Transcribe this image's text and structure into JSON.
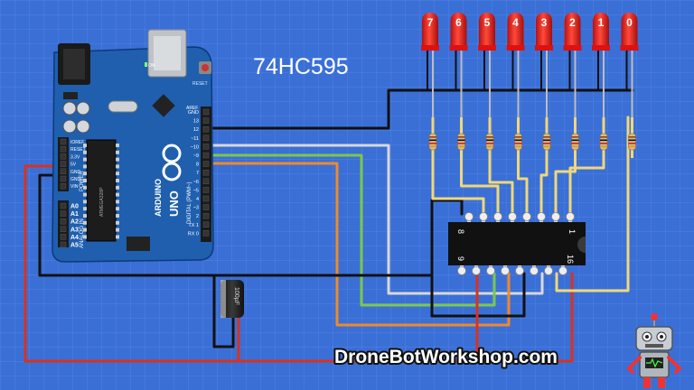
{
  "title": "74HC595",
  "watermark": "DroneBotWorkshop.com",
  "leds": [
    "7",
    "6",
    "5",
    "4",
    "3",
    "2",
    "1",
    "0"
  ],
  "chip": {
    "pin_8": "8",
    "pin_9": "9",
    "pin_1": "1",
    "pin_16": "16"
  },
  "arduino": {
    "brand": "ARDUINO",
    "model": "UNO",
    "digital_label": "DIGITAL (PWM~)",
    "aref": "AREF",
    "digital_pins": [
      "GND",
      "13",
      "12",
      "~11",
      "~10",
      "~9",
      "8",
      "7",
      "~6",
      "~5",
      "4",
      "~3",
      "2",
      "TX 1",
      "RX 0"
    ],
    "power_pins": [
      "IOREF",
      "RESET",
      "3.3V",
      "5V",
      "GND",
      "GND",
      "VIN"
    ],
    "power_label": "POWER",
    "analog_pins": [
      "A0",
      "A1",
      "A2",
      "A3",
      "A4",
      "A5"
    ],
    "analog_label": "ANALOG IN",
    "chip_text": "ATMEGA328P",
    "reset_label": "RESET",
    "on_label": "ON"
  },
  "capacitor": {
    "label": "100µF"
  },
  "colors": {
    "background": "#3a6fd6",
    "grid": "#5a8ae6",
    "board": "#1f5fae",
    "wire_black": "#111111",
    "wire_red": "#d9321f",
    "wire_white": "#d8d8d8",
    "wire_green": "#7cc84a",
    "wire_orange": "#ef8a2a",
    "wire_yellow": "#f0d77a",
    "led": "#e8231a"
  }
}
